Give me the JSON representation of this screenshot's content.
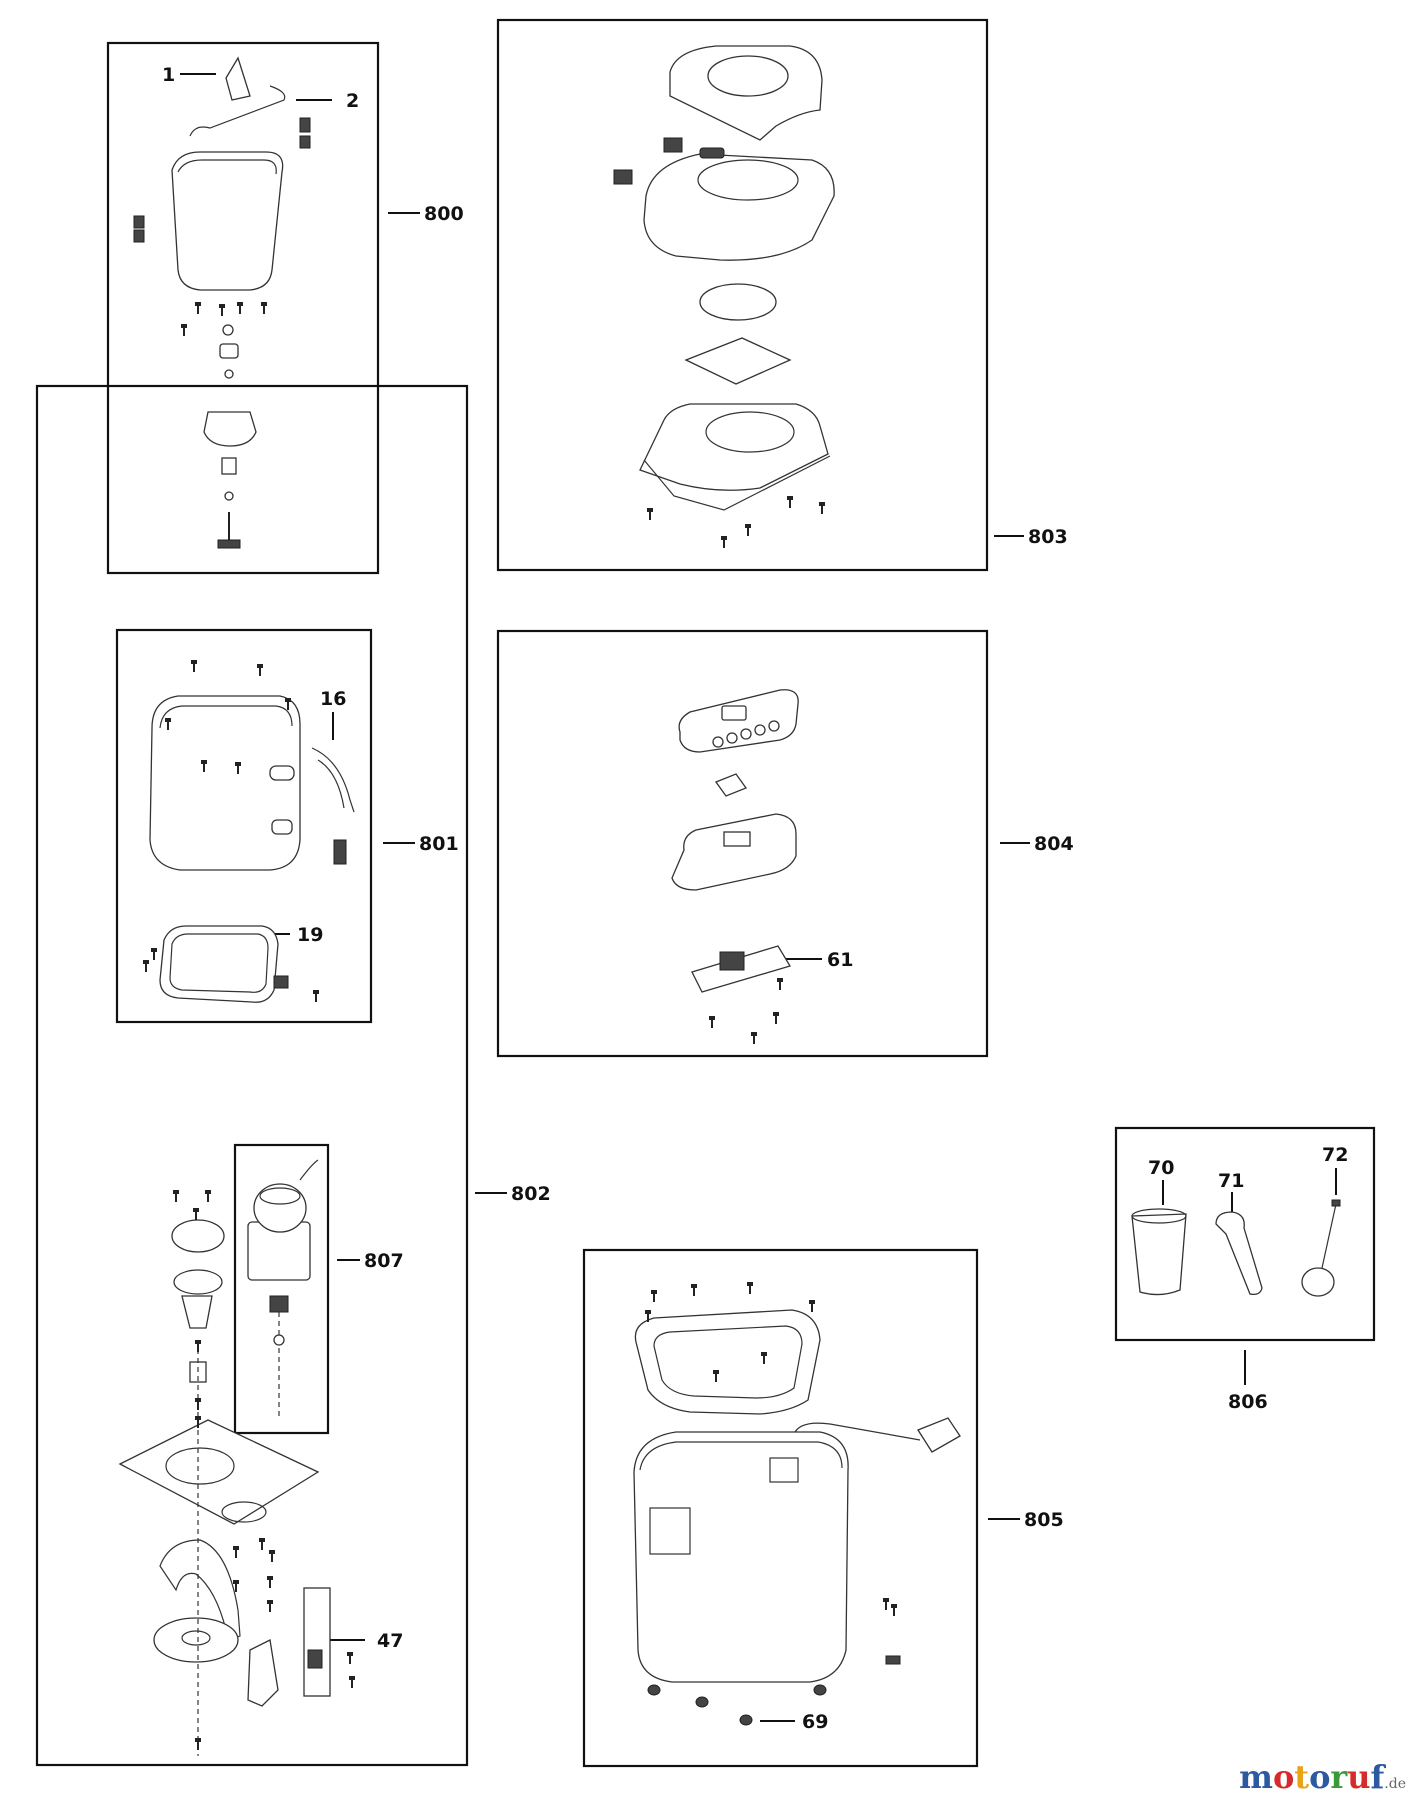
{
  "groups": [
    {
      "id": "800",
      "label": "800"
    },
    {
      "id": "801",
      "label": "801"
    },
    {
      "id": "802",
      "label": "802"
    },
    {
      "id": "803",
      "label": "803"
    },
    {
      "id": "804",
      "label": "804"
    },
    {
      "id": "805",
      "label": "805"
    },
    {
      "id": "806",
      "label": "806"
    },
    {
      "id": "807",
      "label": "807"
    }
  ],
  "parts": [
    {
      "id": "1",
      "label": "1"
    },
    {
      "id": "2",
      "label": "2"
    },
    {
      "id": "16",
      "label": "16"
    },
    {
      "id": "19",
      "label": "19"
    },
    {
      "id": "47",
      "label": "47"
    },
    {
      "id": "61",
      "label": "61"
    },
    {
      "id": "69",
      "label": "69"
    },
    {
      "id": "70",
      "label": "70"
    },
    {
      "id": "71",
      "label": "71"
    },
    {
      "id": "72",
      "label": "72"
    }
  ],
  "watermark": {
    "letters": [
      {
        "ch": "m",
        "color": "#2c5aa0"
      },
      {
        "ch": "o",
        "color": "#d62b2b"
      },
      {
        "ch": "t",
        "color": "#e8a317"
      },
      {
        "ch": "o",
        "color": "#2c5aa0"
      },
      {
        "ch": "r",
        "color": "#3a9a3a"
      },
      {
        "ch": "u",
        "color": "#d62b2b"
      },
      {
        "ch": "f",
        "color": "#2c5aa0"
      }
    ],
    "suffix": ".de"
  }
}
